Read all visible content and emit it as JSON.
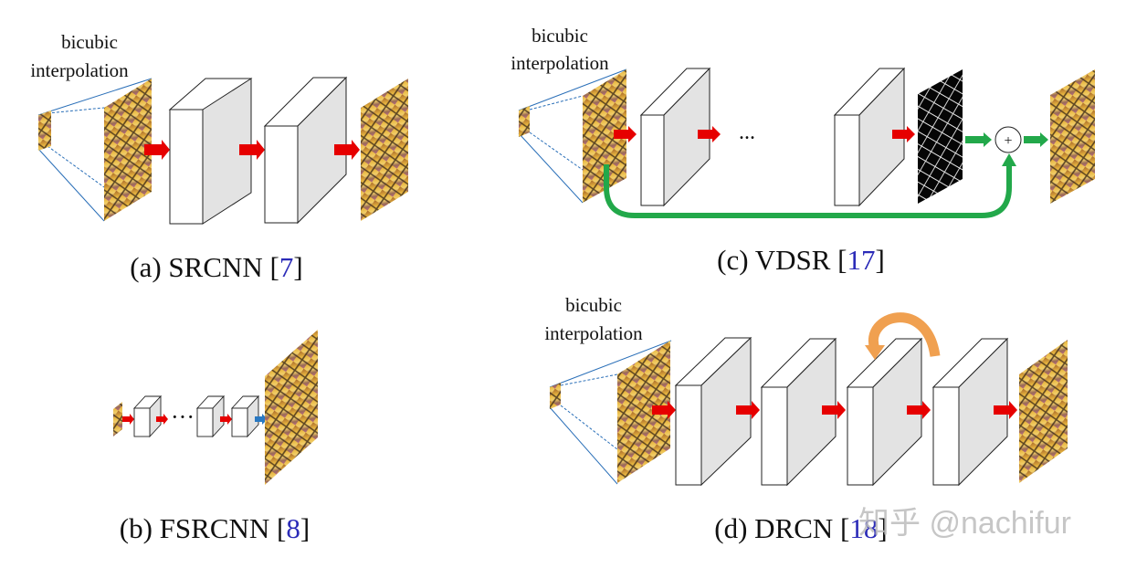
{
  "panels": {
    "a": {
      "label_top": "bicubic",
      "label_bottom": "interpolation",
      "caption_prefix": "(a) SRCNN [",
      "caption_ref": "7",
      "caption_suffix": "]"
    },
    "b": {
      "caption_prefix": "(b) FSRCNN [",
      "caption_ref": "8",
      "caption_suffix": "]",
      "ellipsis": "···"
    },
    "c": {
      "label_top": "bicubic",
      "label_bottom": "interpolation",
      "caption_prefix": "(c) VDSR [",
      "caption_ref": "17",
      "caption_suffix": "]",
      "ellipsis": "...",
      "plus": "+"
    },
    "d": {
      "label_top": "bicubic",
      "label_bottom": "interpolation",
      "caption_prefix": "(d) DRCN [",
      "caption_ref": "18",
      "caption_suffix": "]"
    }
  },
  "watermark": "知乎 @nachifur",
  "colors": {
    "arrow_red": "#e60000",
    "arrow_green": "#22a84a",
    "arrow_blue": "#2a79c2",
    "loop_orange": "#f0a050",
    "block_front": "#ffffff",
    "block_side": "#e3e3e3",
    "ref_blue": "#2b2bb8"
  }
}
